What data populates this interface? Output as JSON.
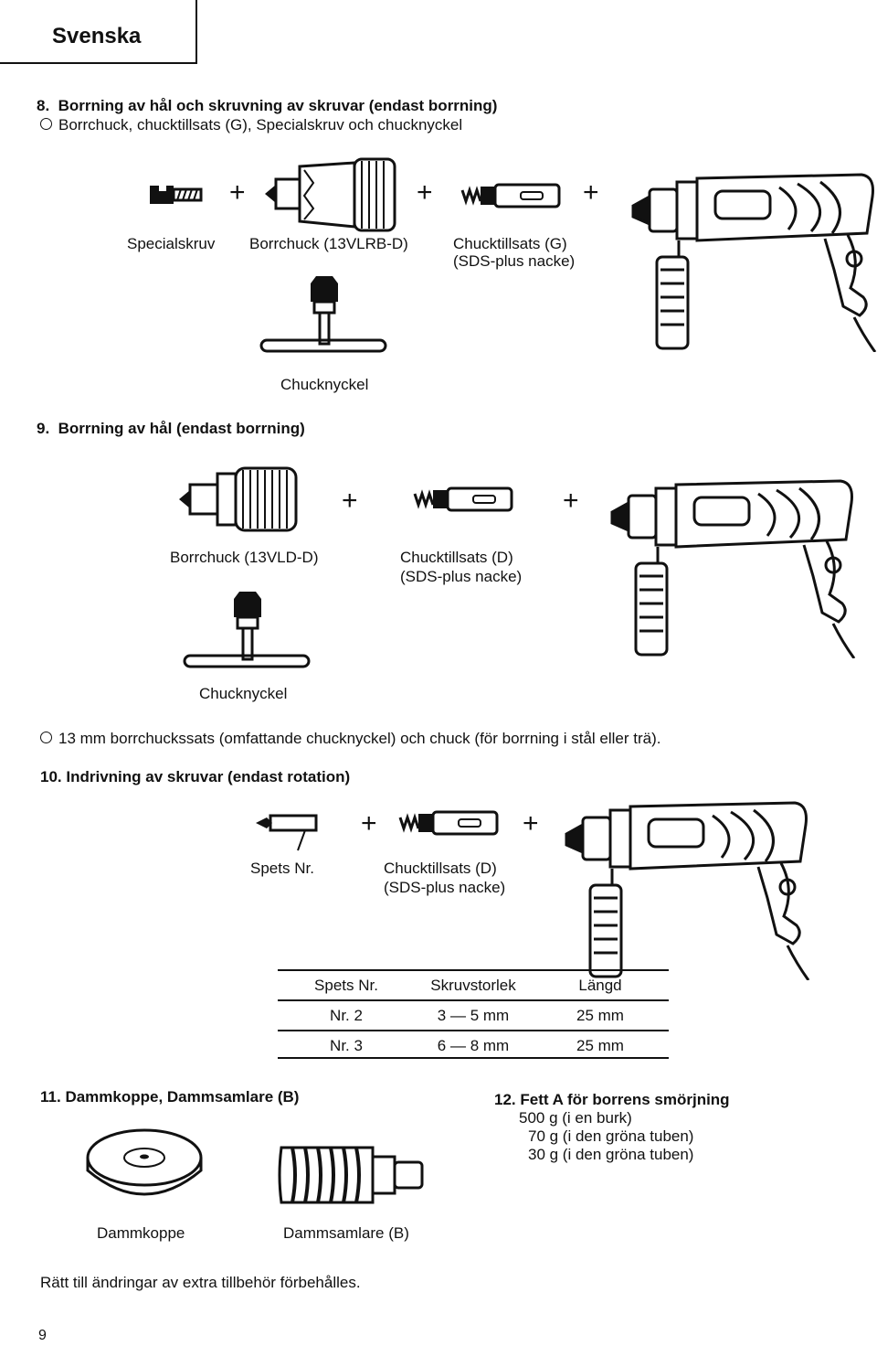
{
  "language_tab": "Svenska",
  "section8": {
    "heading_num": "8.",
    "heading": "Borrning av hål och skruvning av skruvar (endast borrning)",
    "items": "Borrchuck, chucktillsats (G), Specialskruv och chucknyckel",
    "labels": {
      "specialskruv": "Specialskruv",
      "borrchuck": "Borrchuck (13VLRB-D)",
      "chucktillsats_1": "Chucktillsats (G)",
      "chucktillsats_2": "(SDS-plus nacke)",
      "chucknyckel": "Chucknyckel"
    }
  },
  "section9": {
    "heading_num": "9.",
    "heading": "Borrning av hål (endast borrning)",
    "labels": {
      "borrchuck": "Borrchuck (13VLD-D)",
      "chucktillsats_1": "Chucktillsats (D)",
      "chucktillsats_2": "(SDS-plus nacke)",
      "chucknyckel": "Chucknyckel"
    },
    "note": "13 mm borrchuckssats (omfattande chucknyckel) och chuck (för borrning i stål eller trä)."
  },
  "section10": {
    "heading_num": "10.",
    "heading": "Indrivning av skruvar (endast rotation)",
    "labels": {
      "spets": "Spets Nr.",
      "chucktillsats_1": "Chucktillsats (D)",
      "chucktillsats_2": "(SDS-plus nacke)"
    },
    "table": {
      "headers": [
        "Spets Nr.",
        "Skruvstorlek",
        "Längd"
      ],
      "rows": [
        [
          "Nr. 2",
          "3 — 5 mm",
          "25 mm"
        ],
        [
          "Nr. 3",
          "6 — 8 mm",
          "25 mm"
        ]
      ]
    }
  },
  "section11": {
    "heading_num": "11.",
    "heading": "Dammkoppe, Dammsamlare (B)",
    "labels": {
      "dammkoppe": "Dammkoppe",
      "dammsamlare": "Dammsamlare (B)"
    }
  },
  "section12": {
    "heading_num": "12.",
    "heading": "Fett A för borrens smörjning",
    "lines": [
      "500 g (i en burk)",
      "70 g (i den gröna tuben)",
      "30 g (i den gröna tuben)"
    ]
  },
  "footer_note": "Rätt till ändringar av extra tillbehör förbehålles.",
  "page_number": "9",
  "plus_symbol": "+"
}
